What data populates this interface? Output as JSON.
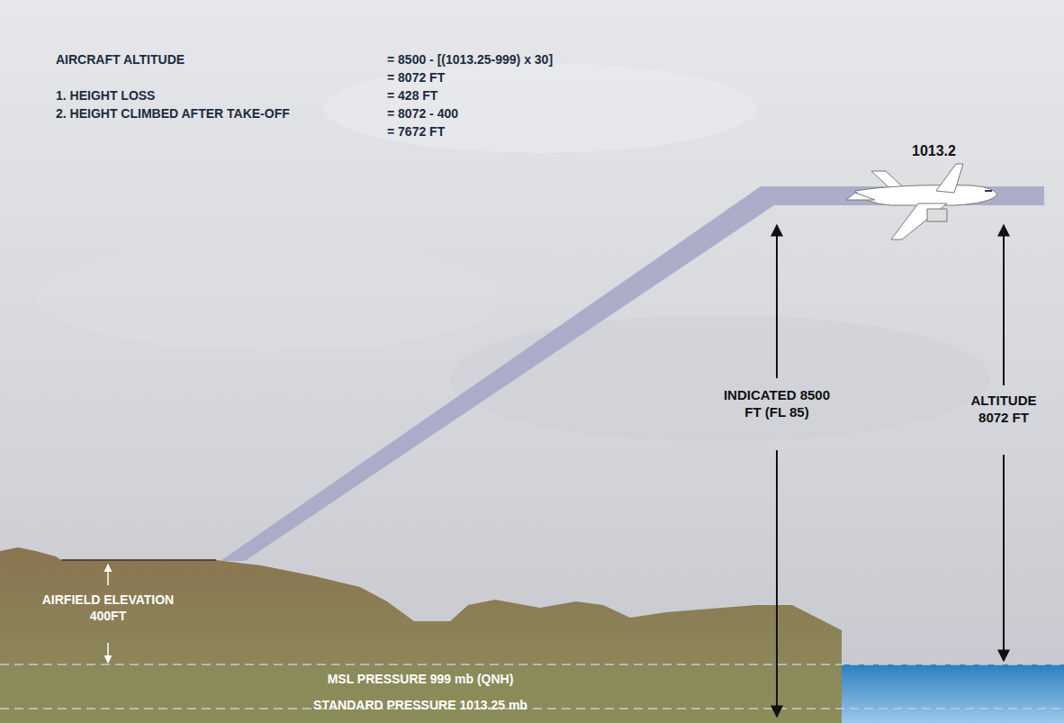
{
  "diagram": {
    "labels": [
      "AIRCRAFT ALTITUDE",
      "= 8500 - [(1013.25-999) x 30]",
      "= 8072 FT",
      "1. HEIGHT LOSS",
      "= 428 FT",
      "2. HEIGHT CLIMBED AFTER TAKE-OFF",
      "= 8072 - 400",
      "= 7672 FT",
      "1013.2",
      "INDICATED 8500 FT (FL 85)",
      "ALTITUDE 8072 FT",
      "AIRFIELD ELEVATION 400FT",
      "MSL PRESSURE 999 mb (QNH)",
      "STANDARD PRESSURE 1013.25 mb"
    ]
  }
}
